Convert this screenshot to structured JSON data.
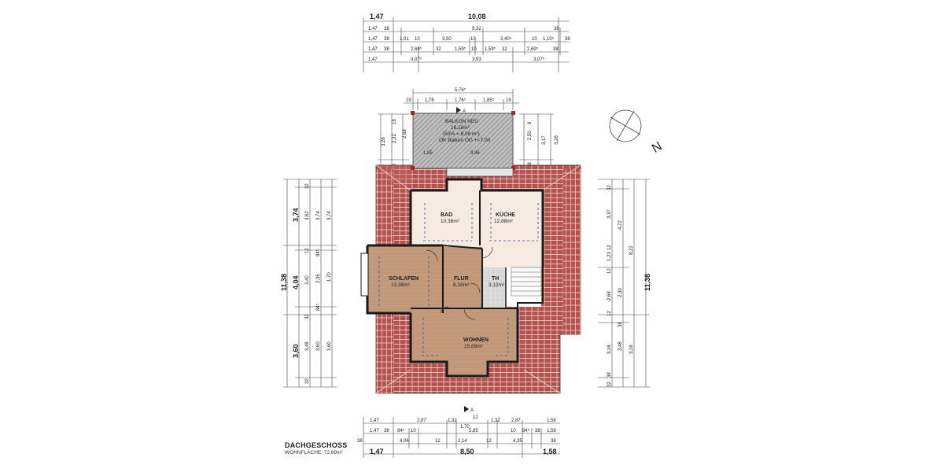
{
  "plan": {
    "title": "DACHGESCHOSS",
    "subtitle": "WOHNFLÄCHE: 72,69m²",
    "north": "N"
  },
  "rooms": {
    "bad": {
      "name": "BAD",
      "area": "10,36m²"
    },
    "kueche": {
      "name": "KÜCHE",
      "area": "12,88m²"
    },
    "schlafen": {
      "name": "SCHLAFEN",
      "area": "13,38m²"
    },
    "flur": {
      "name": "FLUR",
      "area": "8,18m²"
    },
    "th": {
      "name": "TH",
      "area": "3,12m²"
    },
    "wohnen": {
      "name": "WOHNEN",
      "area": "15,69m²"
    },
    "balkon": {
      "name": "BALKON NEU",
      "area": "16,16m²",
      "area50": "(50% = 8,08 m²)",
      "note": "OK Balkon OG +/-7,00",
      "d1": "1,85",
      "d2": "3,86"
    }
  },
  "dims": {
    "top": {
      "r0": {
        "a": "1,47",
        "b": "10,08"
      },
      "r1": {
        "a": "1,47",
        "b": "38",
        "c": "9,32",
        "d": "38"
      },
      "r2": {
        "a": "1,47",
        "b": "38",
        "c": "1,01",
        "d": "10",
        "e": "3,50",
        "f": "10",
        "g": "3,40⁵",
        "h": "10",
        "i": "1,10⁵",
        "j": "38"
      },
      "r3": {
        "a": "1,47",
        "b": "38",
        "c": "2,69⁵",
        "d": "32",
        "e": "1,59⁵",
        "f": "10",
        "g": "1,59⁵",
        "h": "32",
        "i": "2,69⁵",
        "j": "38"
      },
      "r4": {
        "a": "1,47",
        "b": "3,07⁵",
        "c": "3,93",
        "d": "3,07⁵"
      }
    },
    "balkon_top": {
      "total": "5,76⁵",
      "a": "19",
      "b": "1,76",
      "c": "1,76⁵",
      "d": "1,85⁵",
      "e": "19"
    },
    "balkon_left": {
      "a": "18",
      "b": "2,68",
      "c": "2,32",
      "d": "3,26",
      "e": "18"
    },
    "balkon_right": {
      "a": "2,50",
      "b": "3,17",
      "c": "3,26",
      "d": "18",
      "e": "9"
    },
    "left": {
      "total": "11,38",
      "s1": "3,74",
      "s2": "4,04",
      "s3": "3,60",
      "c1": [
        "32",
        "3,62",
        "12",
        "3,40",
        "32",
        "3,48",
        "32"
      ],
      "c2": [
        "3,74",
        "84⁵",
        "2,35",
        "84⁵",
        "3,60"
      ],
      "c3": [
        "3,74",
        "1,70",
        "3,60"
      ]
    },
    "right": {
      "total": "11,38",
      "c1": [
        "32",
        "3,37",
        "12",
        "1,23",
        "12",
        "2,68",
        "12",
        "3,16",
        "38",
        "32"
      ],
      "c2": [
        "4,72",
        "2,30",
        "3,48",
        "38"
      ],
      "c3": [
        "8,22",
        "3,16"
      ]
    },
    "bottom": {
      "mark": "12",
      "r1": {
        "a": "1,47",
        "b": "2,87",
        "c": "1,32",
        "d": "1,70",
        "e": "1,32",
        "f": "2,87",
        "g": "1,58"
      },
      "r2": {
        "a": "1,47",
        "b": "38",
        "c": "84⁵",
        "d": "10",
        "e": "5,85",
        "f": "10",
        "g": "84⁵",
        "h": "38",
        "i": "1,58"
      },
      "r3": {
        "a": "38",
        "b": "4,06",
        "c": "12",
        "d": "2,14",
        "e": "12",
        "f": "4,35",
        "g": "38"
      },
      "r4": {
        "a": "1,47",
        "b": "8,50",
        "c": "1,58"
      }
    },
    "section_mark": "A"
  },
  "colors": {
    "roof": "#b5524d",
    "roof_line": "#f0d9d6",
    "wood": "#c39a7c",
    "floor_light": "#f5ebe1",
    "tile": "#cfcfcf",
    "wall": "#1a1a1a",
    "dim_line": "#444444",
    "balcony": "#b0b0b0"
  }
}
